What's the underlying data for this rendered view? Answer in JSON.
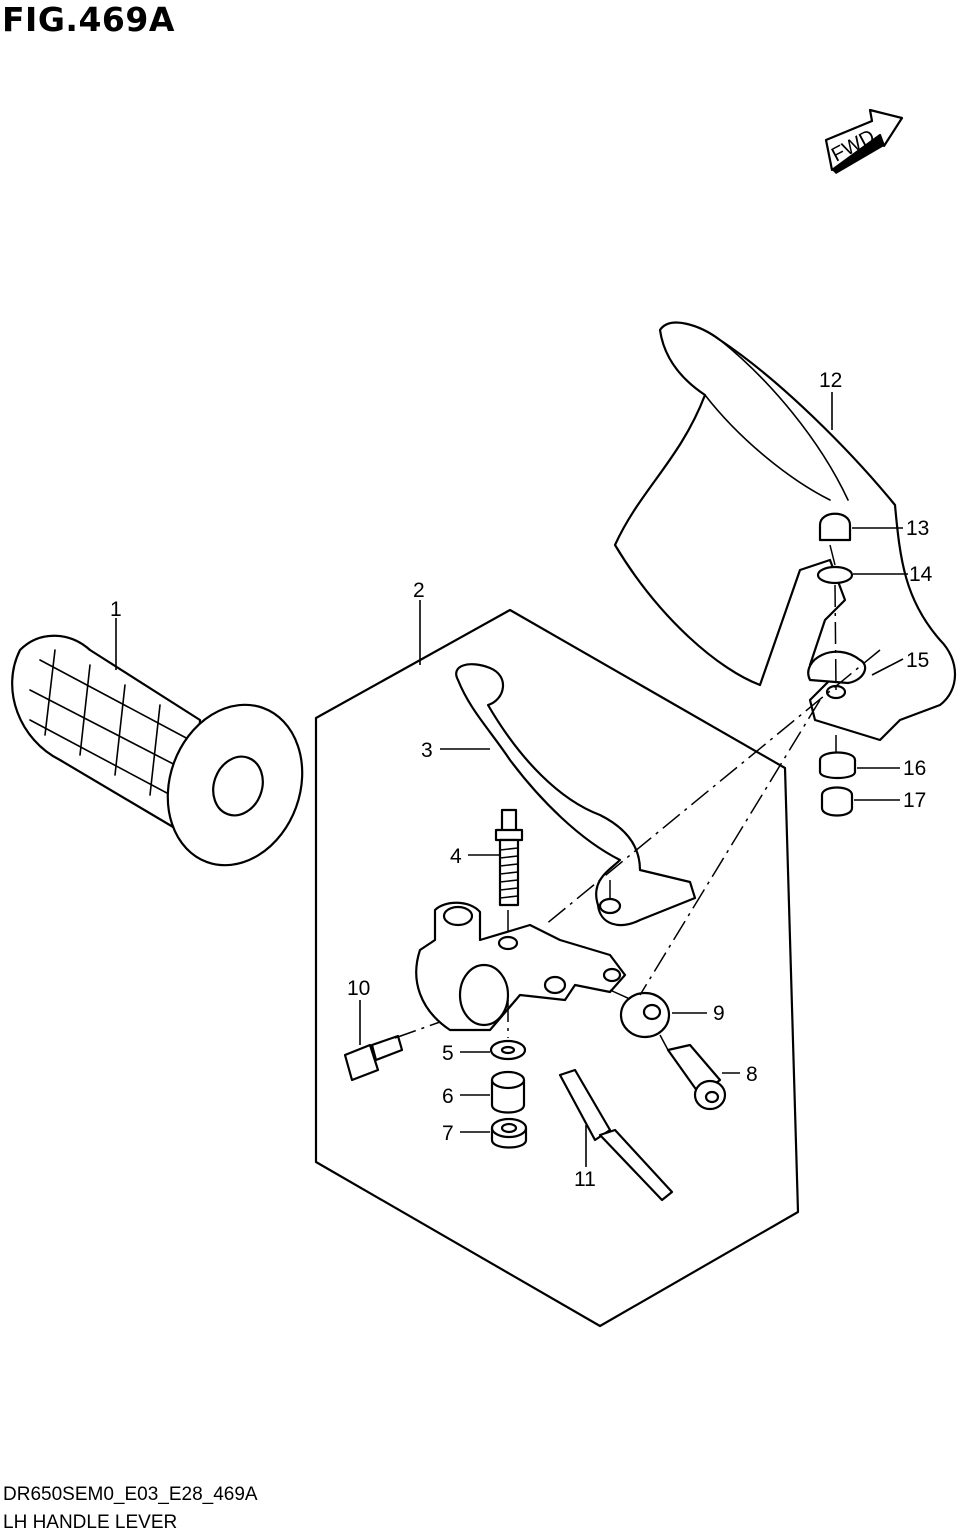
{
  "figure": {
    "title": "FIG.469A",
    "code": "DR650SEM0_E03_E28_469A",
    "name": "LH HANDLE LEVER",
    "fwd_label": "FWD"
  },
  "callouts": [
    "1",
    "2",
    "3",
    "4",
    "5",
    "6",
    "7",
    "8",
    "9",
    "10",
    "11",
    "12",
    "13",
    "14",
    "15",
    "16",
    "17"
  ]
}
